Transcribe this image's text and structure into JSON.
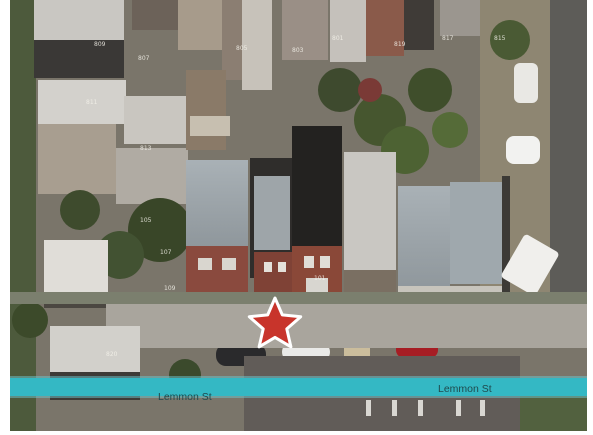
{
  "map": {
    "street_label_left": "Lemmon St",
    "street_label_right": "Lemmon St",
    "parcel_labels": [
      "809",
      "807",
      "805",
      "803",
      "801",
      "819",
      "817",
      "815",
      "811",
      "813",
      "107",
      "109",
      "105",
      "820",
      "101"
    ],
    "marker": {
      "icon": "star-icon",
      "color": "#c8342b"
    },
    "street_color": "#34b8c4"
  }
}
